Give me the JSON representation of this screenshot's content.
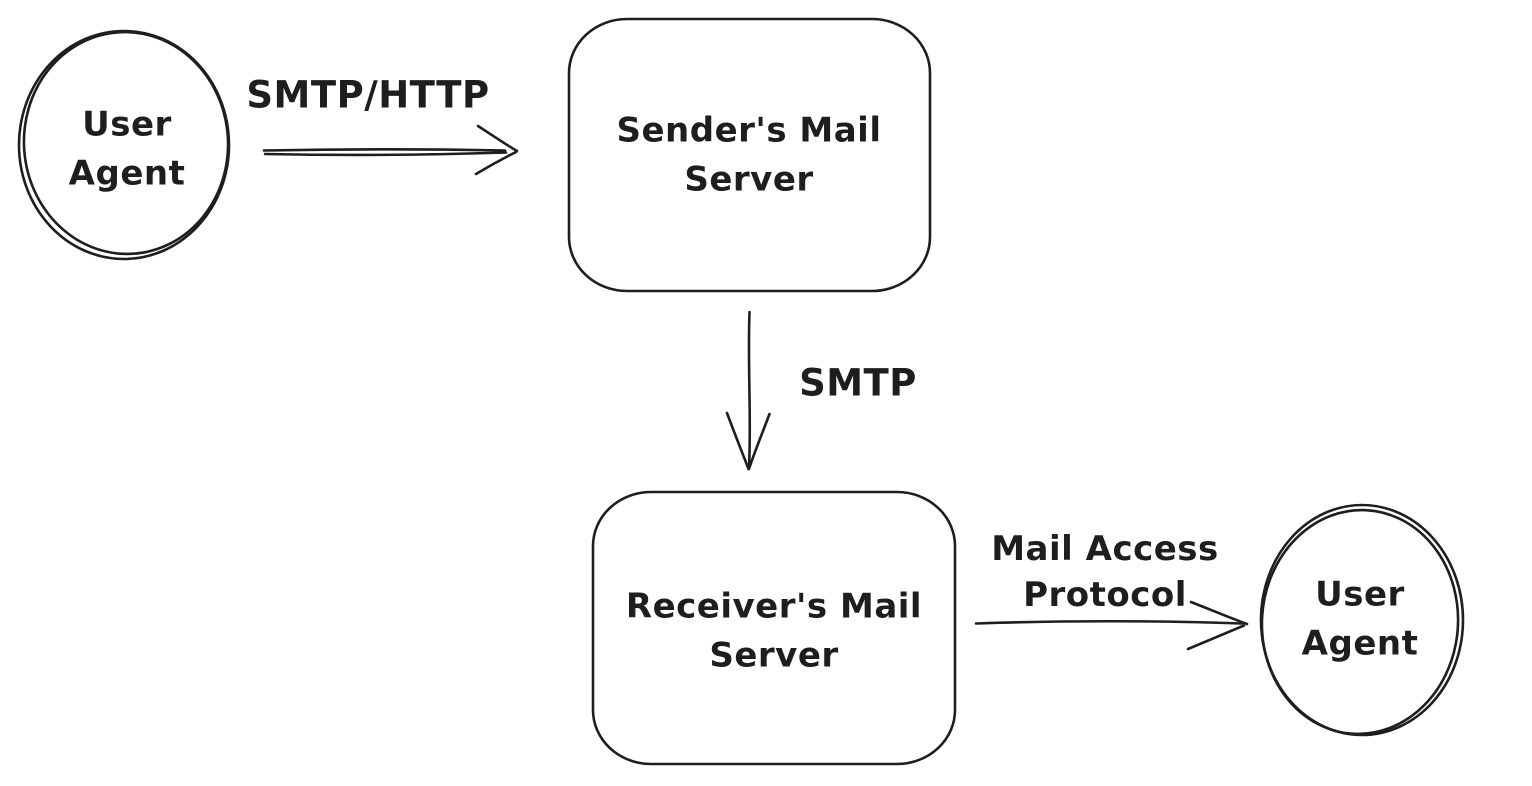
{
  "canvas": {
    "background": "#ffffff",
    "stroke_color": "#1e1e1e",
    "text_color": "#1e1e1e"
  },
  "diagram": {
    "nodes": [
      {
        "id": "user-agent-sender",
        "shape": "ellipse",
        "label": "User\nAgent"
      },
      {
        "id": "senders-mail-server",
        "shape": "rounded-rect",
        "label": "Sender's Mail\nServer"
      },
      {
        "id": "receivers-mail-server",
        "shape": "rounded-rect",
        "label": "Receiver's Mail\nServer"
      },
      {
        "id": "user-agent-receiver",
        "shape": "ellipse",
        "label": "User\nAgent"
      }
    ],
    "edges": [
      {
        "id": "smtp-http",
        "label": "SMTP/HTTP",
        "from": "user-agent-sender",
        "to": "senders-mail-server",
        "direction": "right"
      },
      {
        "id": "smtp",
        "label": "SMTP",
        "from": "senders-mail-server",
        "to": "receivers-mail-server",
        "direction": "down"
      },
      {
        "id": "mail-access-protocol",
        "label": "Mail Access\nProtocol",
        "from": "receivers-mail-server",
        "to": "user-agent-receiver",
        "direction": "right"
      }
    ]
  }
}
